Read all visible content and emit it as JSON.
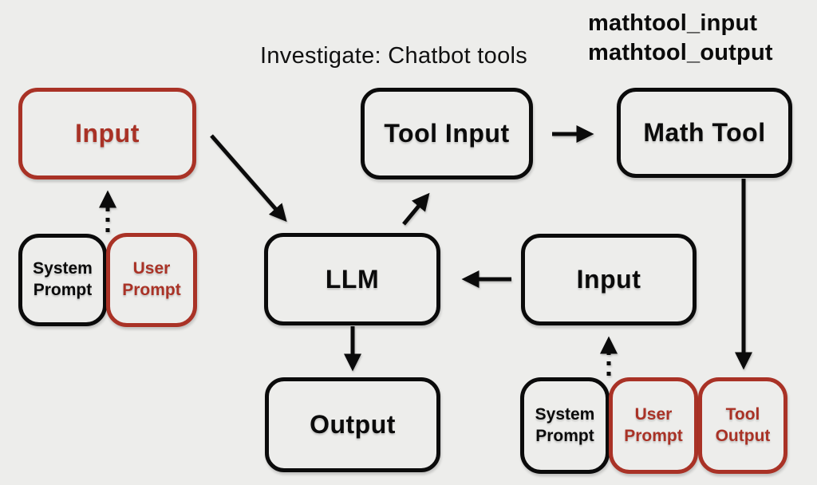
{
  "title": "Investigate: Chatbot tools",
  "callout": {
    "lines": [
      "mathtool_input",
      "mathtool_output"
    ]
  },
  "colors": {
    "background": "#EDEDEB",
    "node_black": "#0B0B0B",
    "accent_red": "#A93226"
  },
  "nodes": {
    "input_left": {
      "label": "Input",
      "color": "red"
    },
    "tool_input": {
      "label": "Tool Input",
      "color": "black"
    },
    "math_tool": {
      "label": "Math Tool",
      "color": "black"
    },
    "llm": {
      "label": "LLM",
      "color": "black"
    },
    "input_right": {
      "label": "Input",
      "color": "black"
    },
    "output": {
      "label": "Output",
      "color": "black"
    },
    "system_prompt_left": {
      "label": "System\nPrompt",
      "color": "black"
    },
    "user_prompt_left": {
      "label": "User\nPrompt",
      "color": "red"
    },
    "system_prompt_right": {
      "label": "System\nPrompt",
      "color": "black"
    },
    "user_prompt_right": {
      "label": "User\nPrompt",
      "color": "red"
    },
    "tool_output": {
      "label": "Tool\nOutput",
      "color": "red"
    }
  },
  "arrows": [
    {
      "name": "input-left-to-llm",
      "style": "solid"
    },
    {
      "name": "llm-to-tool-input",
      "style": "solid"
    },
    {
      "name": "tool-input-to-math-tool",
      "style": "solid"
    },
    {
      "name": "math-tool-to-tool-output",
      "style": "solid"
    },
    {
      "name": "input-right-to-llm",
      "style": "solid"
    },
    {
      "name": "llm-to-output",
      "style": "solid"
    },
    {
      "name": "prompts-to-input-left",
      "style": "dashed"
    },
    {
      "name": "prompts-to-input-right",
      "style": "dashed"
    }
  ]
}
